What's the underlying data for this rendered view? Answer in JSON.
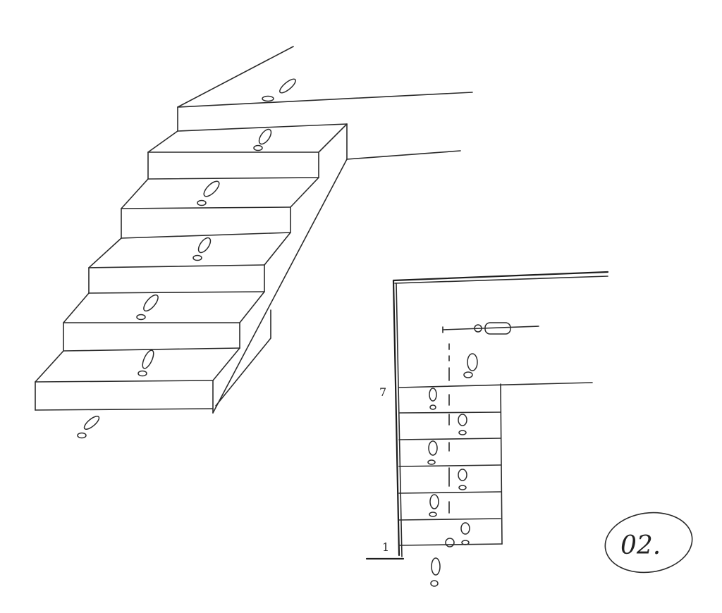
{
  "plan": {
    "top_step_number": "7",
    "bottom_step_number": "1"
  },
  "badge": {
    "text": "02."
  }
}
